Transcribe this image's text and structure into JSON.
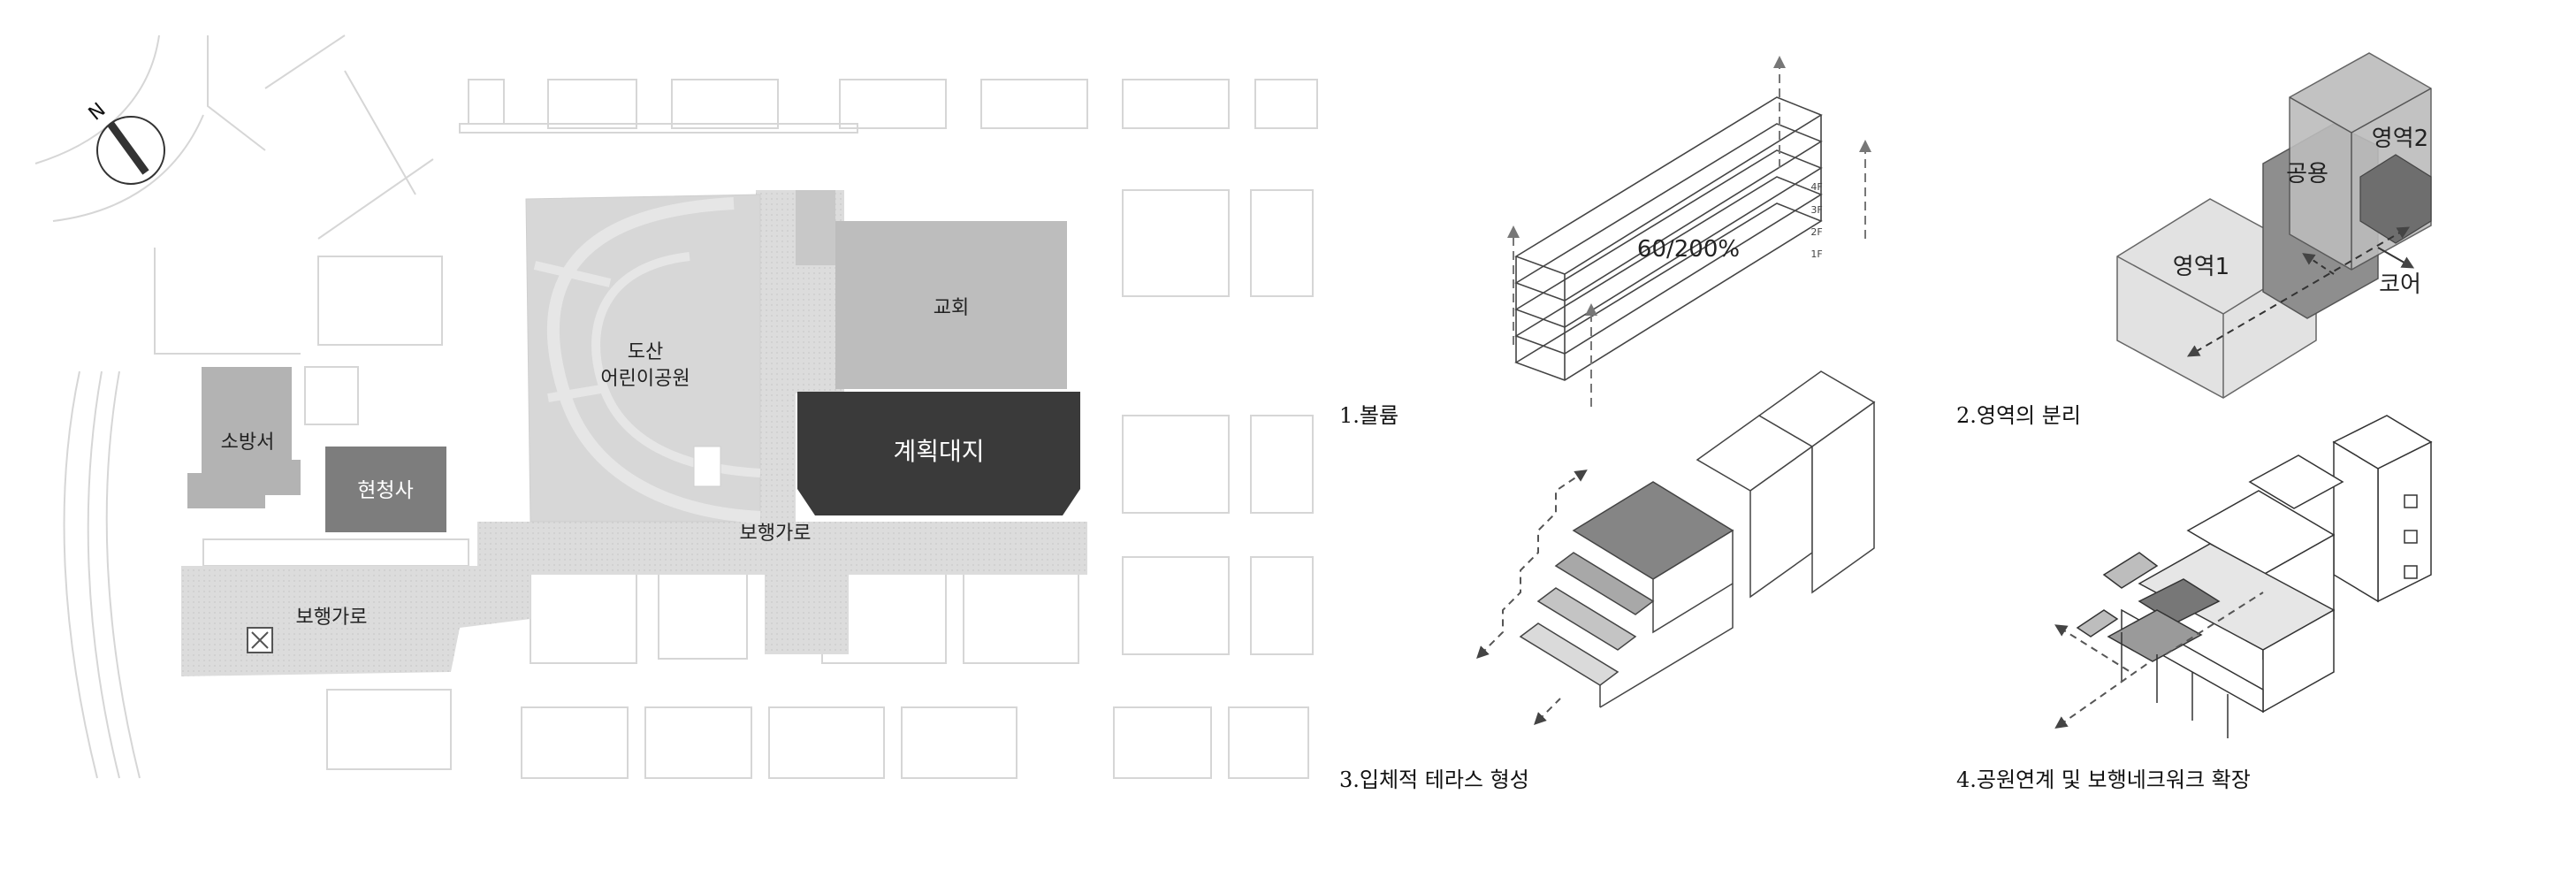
{
  "site_plan": {
    "north": "N",
    "labels": {
      "fire_station": "소방서",
      "county_office": "현청사",
      "walkway_left": "보행가로",
      "park_line1": "도산",
      "park_line2": "어린이공원",
      "church": "교회",
      "site": "계획대지",
      "walkway_center": "보행가로"
    }
  },
  "diagrams": {
    "volume": {
      "caption": "1.볼륨",
      "ratio": "60/200%",
      "floors": [
        "4F",
        "3F",
        "2F",
        "1F"
      ]
    },
    "zones": {
      "caption": "2.영역의 분리",
      "zone1": "영역1",
      "zone2": "영역2",
      "shared": "공용",
      "core": "코어"
    },
    "terrace": {
      "caption": "3.입체적 테라스 형성"
    },
    "network": {
      "caption": "4.공원연계 및 보행네크워크 확장"
    }
  }
}
